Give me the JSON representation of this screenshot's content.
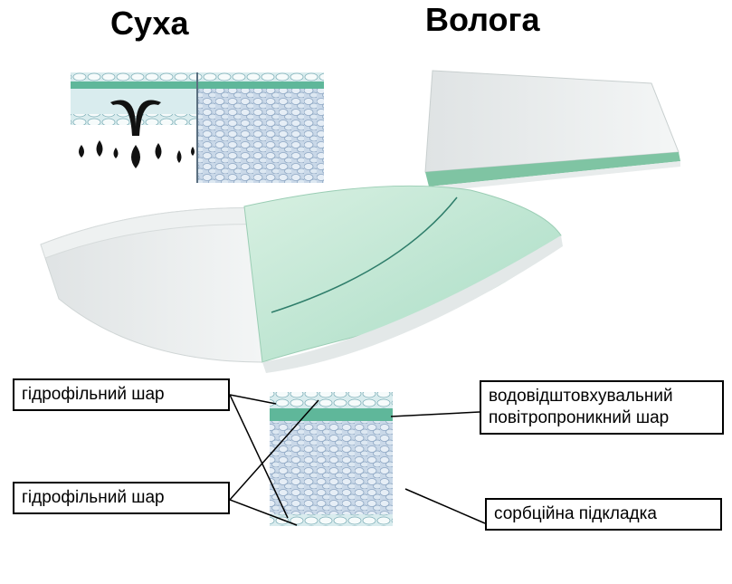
{
  "titles": {
    "dry": "Суха",
    "wet": "Волога"
  },
  "labels": {
    "hydrophilic_top": "гідрофільний шар",
    "hydrophilic_bottom": "гідрофільний шар",
    "water_repellent_line1": "водовідштовхувальний",
    "water_repellent_line2": "повітропроникний шар",
    "absorbent": "сорбційна підкладка"
  },
  "colors": {
    "green_layer": "#5fb79a",
    "absorbent_blue": "#b9cde0",
    "pad_white": "#f2f4f4",
    "pad_green": "#bfe6cf"
  }
}
